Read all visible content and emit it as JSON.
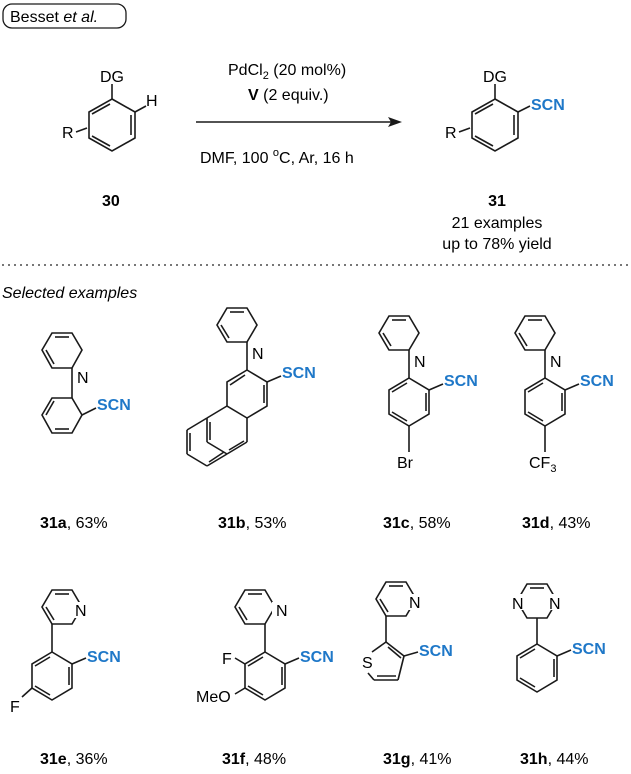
{
  "header": {
    "citation_name": "Besset",
    "citation_etal": "et al."
  },
  "scheme": {
    "reactant": {
      "dg_label": "DG",
      "r_label": "R",
      "h_label": "H",
      "number": "30"
    },
    "conditions": {
      "catalyst_main": "PdCl",
      "catalyst_sub": "2",
      "catalyst_rest": " (20 mol%)",
      "reagent_bold": "V",
      "reagent_rest": " (2 equiv.)",
      "conditions_pre": "DMF, 100 ",
      "conditions_sup": "o",
      "conditions_post": "C, Ar, 16 h"
    },
    "product": {
      "dg_label": "DG",
      "r_label": "R",
      "scn_label": "SCN",
      "number": "31",
      "examples": "21 examples",
      "yield": "up to 78% yield"
    }
  },
  "section_title": "Selected examples",
  "examples": [
    {
      "id": "31a",
      "yield": ", 63%"
    },
    {
      "id": "31b",
      "yield": ", 53%"
    },
    {
      "id": "31c",
      "yield": ", 58%",
      "substituent": "Br"
    },
    {
      "id": "31d",
      "yield": ", 43%",
      "substituent_main": "CF",
      "substituent_sub": "3"
    },
    {
      "id": "31e",
      "yield": ", 36%",
      "substituent": "F"
    },
    {
      "id": "31f",
      "yield": ", 48%",
      "substituent_f": "F",
      "substituent_ome": "MeO"
    },
    {
      "id": "31g",
      "yield": ", 41%",
      "heteroatom": "S"
    },
    {
      "id": "31h",
      "yield": ", 44%"
    }
  ],
  "atom_labels": {
    "nitrogen": "N",
    "scn": "SCN"
  },
  "colors": {
    "scn_blue": "#1f78c8",
    "ink": "#1a1a1a",
    "dots": "#777777"
  }
}
